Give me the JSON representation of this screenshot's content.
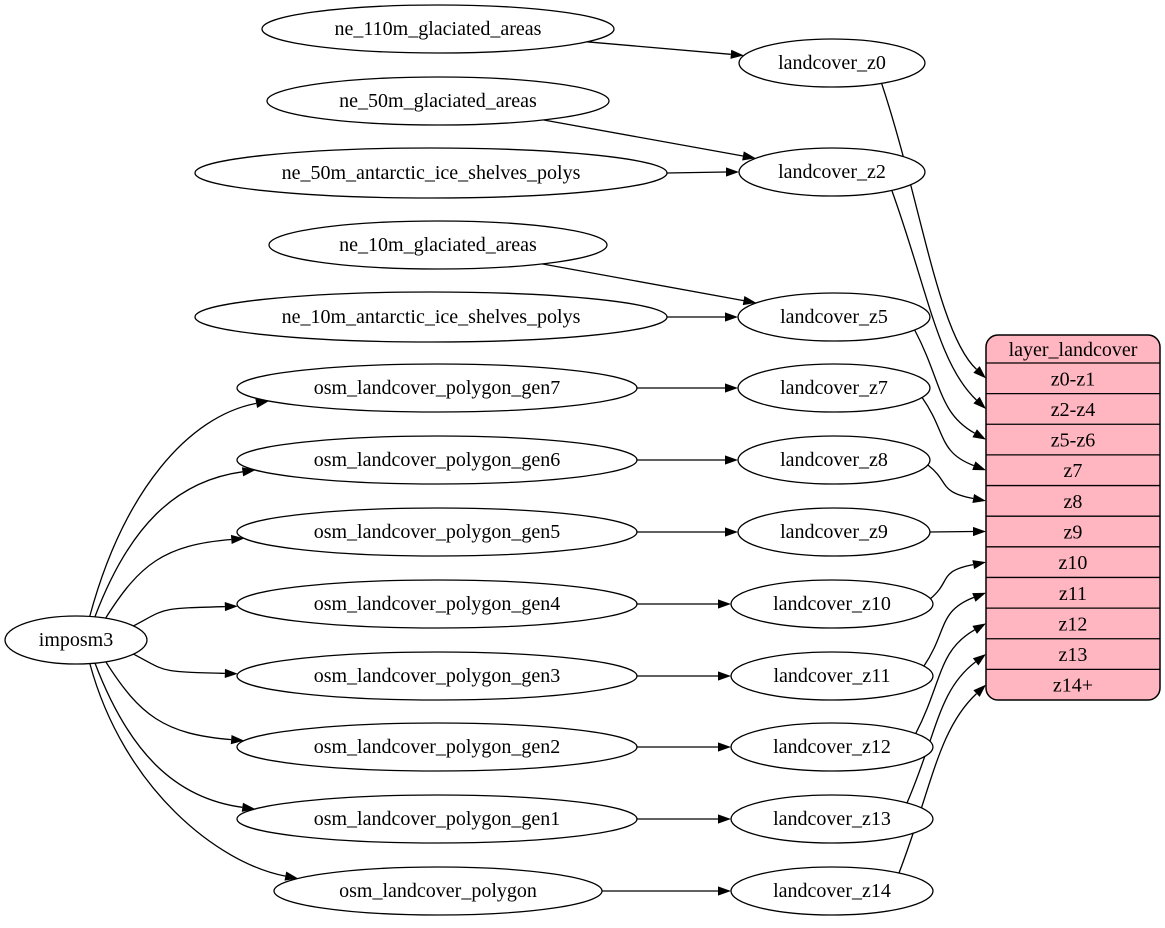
{
  "diagram": {
    "colors": {
      "background": "#ffffff",
      "node_fill": "#ffffff",
      "node_stroke": "#000000",
      "edge_color": "#000000",
      "record_fill": "#ffb6c1",
      "text_color": "#000000"
    },
    "nodes": [
      {
        "id": "imposm3",
        "label": "imposm3"
      },
      {
        "id": "ne_110m_glaciated_areas",
        "label": "ne_110m_glaciated_areas"
      },
      {
        "id": "ne_50m_glaciated_areas",
        "label": "ne_50m_glaciated_areas"
      },
      {
        "id": "ne_50m_antarctic_ice_shelves_polys",
        "label": "ne_50m_antarctic_ice_shelves_polys"
      },
      {
        "id": "ne_10m_glaciated_areas",
        "label": "ne_10m_glaciated_areas"
      },
      {
        "id": "ne_10m_antarctic_ice_shelves_polys",
        "label": "ne_10m_antarctic_ice_shelves_polys"
      },
      {
        "id": "osm_landcover_polygon_gen7",
        "label": "osm_landcover_polygon_gen7"
      },
      {
        "id": "osm_landcover_polygon_gen6",
        "label": "osm_landcover_polygon_gen6"
      },
      {
        "id": "osm_landcover_polygon_gen5",
        "label": "osm_landcover_polygon_gen5"
      },
      {
        "id": "osm_landcover_polygon_gen4",
        "label": "osm_landcover_polygon_gen4"
      },
      {
        "id": "osm_landcover_polygon_gen3",
        "label": "osm_landcover_polygon_gen3"
      },
      {
        "id": "osm_landcover_polygon_gen2",
        "label": "osm_landcover_polygon_gen2"
      },
      {
        "id": "osm_landcover_polygon_gen1",
        "label": "osm_landcover_polygon_gen1"
      },
      {
        "id": "osm_landcover_polygon",
        "label": "osm_landcover_polygon"
      },
      {
        "id": "landcover_z0",
        "label": "landcover_z0"
      },
      {
        "id": "landcover_z2",
        "label": "landcover_z2"
      },
      {
        "id": "landcover_z5",
        "label": "landcover_z5"
      },
      {
        "id": "landcover_z7",
        "label": "landcover_z7"
      },
      {
        "id": "landcover_z8",
        "label": "landcover_z8"
      },
      {
        "id": "landcover_z9",
        "label": "landcover_z9"
      },
      {
        "id": "landcover_z10",
        "label": "landcover_z10"
      },
      {
        "id": "landcover_z11",
        "label": "landcover_z11"
      },
      {
        "id": "landcover_z12",
        "label": "landcover_z12"
      },
      {
        "id": "landcover_z13",
        "label": "landcover_z13"
      },
      {
        "id": "landcover_z14",
        "label": "landcover_z14"
      }
    ],
    "record": {
      "id": "layer_landcover",
      "title": "layer_landcover",
      "rows": [
        "z0-z1",
        "z2-z4",
        "z5-z6",
        "z7",
        "z8",
        "z9",
        "z10",
        "z11",
        "z12",
        "z13",
        "z14+"
      ]
    },
    "edges": [
      {
        "from": "imposm3",
        "to": "osm_landcover_polygon_gen7"
      },
      {
        "from": "imposm3",
        "to": "osm_landcover_polygon_gen6"
      },
      {
        "from": "imposm3",
        "to": "osm_landcover_polygon_gen5"
      },
      {
        "from": "imposm3",
        "to": "osm_landcover_polygon_gen4"
      },
      {
        "from": "imposm3",
        "to": "osm_landcover_polygon_gen3"
      },
      {
        "from": "imposm3",
        "to": "osm_landcover_polygon_gen2"
      },
      {
        "from": "imposm3",
        "to": "osm_landcover_polygon_gen1"
      },
      {
        "from": "imposm3",
        "to": "osm_landcover_polygon"
      },
      {
        "from": "ne_110m_glaciated_areas",
        "to": "landcover_z0"
      },
      {
        "from": "ne_50m_glaciated_areas",
        "to": "landcover_z2"
      },
      {
        "from": "ne_50m_antarctic_ice_shelves_polys",
        "to": "landcover_z2"
      },
      {
        "from": "ne_10m_glaciated_areas",
        "to": "landcover_z5"
      },
      {
        "from": "ne_10m_antarctic_ice_shelves_polys",
        "to": "landcover_z5"
      },
      {
        "from": "osm_landcover_polygon_gen7",
        "to": "landcover_z7"
      },
      {
        "from": "osm_landcover_polygon_gen6",
        "to": "landcover_z8"
      },
      {
        "from": "osm_landcover_polygon_gen5",
        "to": "landcover_z9"
      },
      {
        "from": "osm_landcover_polygon_gen4",
        "to": "landcover_z10"
      },
      {
        "from": "osm_landcover_polygon_gen3",
        "to": "landcover_z11"
      },
      {
        "from": "osm_landcover_polygon_gen2",
        "to": "landcover_z12"
      },
      {
        "from": "osm_landcover_polygon_gen1",
        "to": "landcover_z13"
      },
      {
        "from": "osm_landcover_polygon",
        "to": "landcover_z14"
      },
      {
        "from": "landcover_z0",
        "to": "layer_landcover",
        "row": 0
      },
      {
        "from": "landcover_z2",
        "to": "layer_landcover",
        "row": 1
      },
      {
        "from": "landcover_z5",
        "to": "layer_landcover",
        "row": 2
      },
      {
        "from": "landcover_z7",
        "to": "layer_landcover",
        "row": 3
      },
      {
        "from": "landcover_z8",
        "to": "layer_landcover",
        "row": 4
      },
      {
        "from": "landcover_z9",
        "to": "layer_landcover",
        "row": 5
      },
      {
        "from": "landcover_z10",
        "to": "layer_landcover",
        "row": 6
      },
      {
        "from": "landcover_z11",
        "to": "layer_landcover",
        "row": 7
      },
      {
        "from": "landcover_z12",
        "to": "layer_landcover",
        "row": 8
      },
      {
        "from": "landcover_z13",
        "to": "layer_landcover",
        "row": 9
      },
      {
        "from": "landcover_z14",
        "to": "layer_landcover",
        "row": 10
      }
    ]
  }
}
